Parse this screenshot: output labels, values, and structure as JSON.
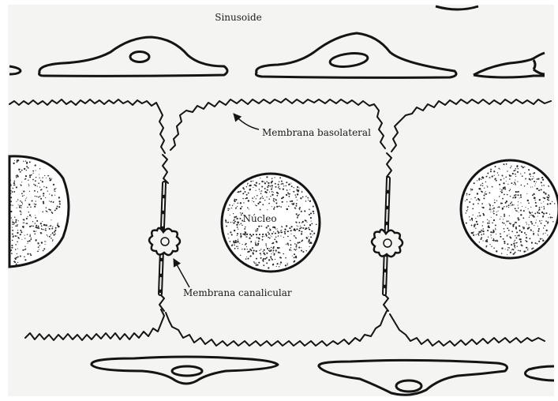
{
  "labels": {
    "sinusoid": "Sinusoide",
    "basolateral_membrane": "Membrana basolateral",
    "nucleus": "Núcleo",
    "canalicular_membrane": "Membrana canalicular"
  },
  "colors": {
    "background": "#f4f4f2",
    "ink": "#141414"
  }
}
